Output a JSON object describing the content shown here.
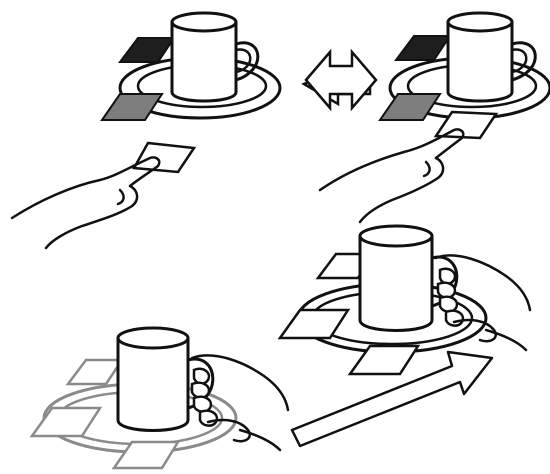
{
  "colors": {
    "background": "#ffffff",
    "stroke": "#111111",
    "faded_stroke": "#8a8a8a",
    "card_dark": "#1e1e1e",
    "card_gray": "#7d7d7d",
    "card_light": "#ffffff"
  },
  "panels": [
    {
      "id": "panel-top-left",
      "icon": "hand-touching-card-beside-cup"
    },
    {
      "id": "panel-top-right",
      "icon": "hand-placing-card-on-saucer"
    },
    {
      "id": "panel-bottom-left",
      "icon": "hand-holding-cup-faded-menu"
    },
    {
      "id": "panel-bottom-right",
      "icon": "hand-holding-cup-active-menu"
    }
  ],
  "connectors": [
    {
      "id": "double-arrow",
      "icon": "double-headed-arrow-icon"
    },
    {
      "id": "motion-arrow",
      "icon": "diagonal-motion-arrow-icon"
    }
  ]
}
